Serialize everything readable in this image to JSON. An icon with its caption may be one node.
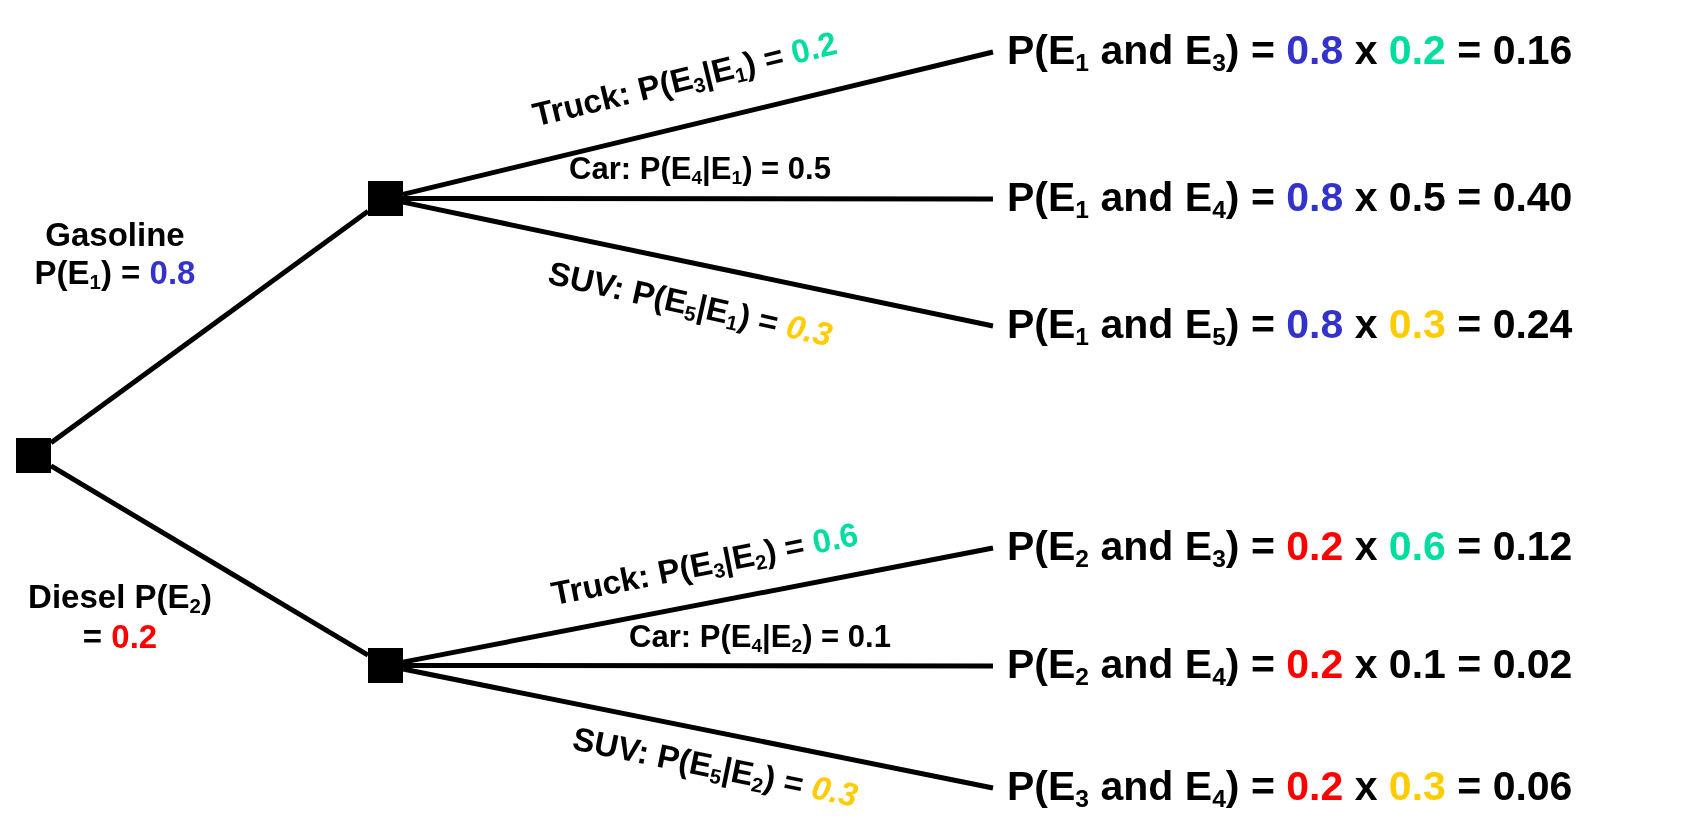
{
  "diagram": {
    "nodes": [
      {
        "text": [],
        "shape": "box"
      },
      {
        "text": [],
        "shape": "box"
      },
      {
        "text": [],
        "shape": "box"
      },
      {
        "text": [
          "P(E$_{1}$ and E$_{3}$) = 0.8 x 0.2 = 0.16"
        ]
      },
      {
        "text": [
          "P(E$_{1}$ and E$_{4}$) = 0.8 x 0.5 = 0.40"
        ]
      },
      {
        "text": [
          "P(E$_{1}$ and E$_{5}$) = 0.8 x 0.3 = 0.24"
        ]
      },
      {
        "text": [
          "P(E$_{2}$ and E$_{3}$) = 0.2 x 0.6 = 0.12"
        ]
      },
      {
        "text": [
          "P(E$_{2}$ and E$_{4}$) = 0.2 x 0.1 = 0.02"
        ]
      },
      {
        "text": [
          "P(E$_{3}$ and E$_{4}$) = 0.2 x 0.3 = 0.06"
        ]
      }
    ],
    "edges": [
      {
        "from": 0,
        "to": 1,
        "arrow": "none",
        "label": "Gasoline P(E$_{1}$) = 0.8"
      },
      {
        "from": 0,
        "to": 2,
        "arrow": "none",
        "label": "Diesel P(E$_{2}$) = 0.2"
      },
      {
        "from": 1,
        "to": 3,
        "arrow": "none",
        "label": "Truck: P(E$_{3}$|E$_{1}$) = 0.2"
      },
      {
        "from": 1,
        "to": 4,
        "arrow": "none",
        "label": "Car: P(E$_{4}$|E$_{1}$) = 0.5"
      },
      {
        "from": 1,
        "to": 5,
        "arrow": "none",
        "label": "SUV: P(E$_{5}$|E$_{1}$) = *0.3*"
      },
      {
        "from": 2,
        "to": 6,
        "arrow": "none",
        "label": "Truck: P(E$_{3}$|E$_{2}$) = 0.6"
      },
      {
        "from": 2,
        "to": 7,
        "arrow": "none",
        "label": "Car: P(E$_{4}$|E$_{2}$) = 0.1"
      },
      {
        "from": 2,
        "to": 8,
        "arrow": "none",
        "label": "SUV: P(E$_{5}$|E$_{2}$) = *0.3*"
      }
    ]
  }
}
